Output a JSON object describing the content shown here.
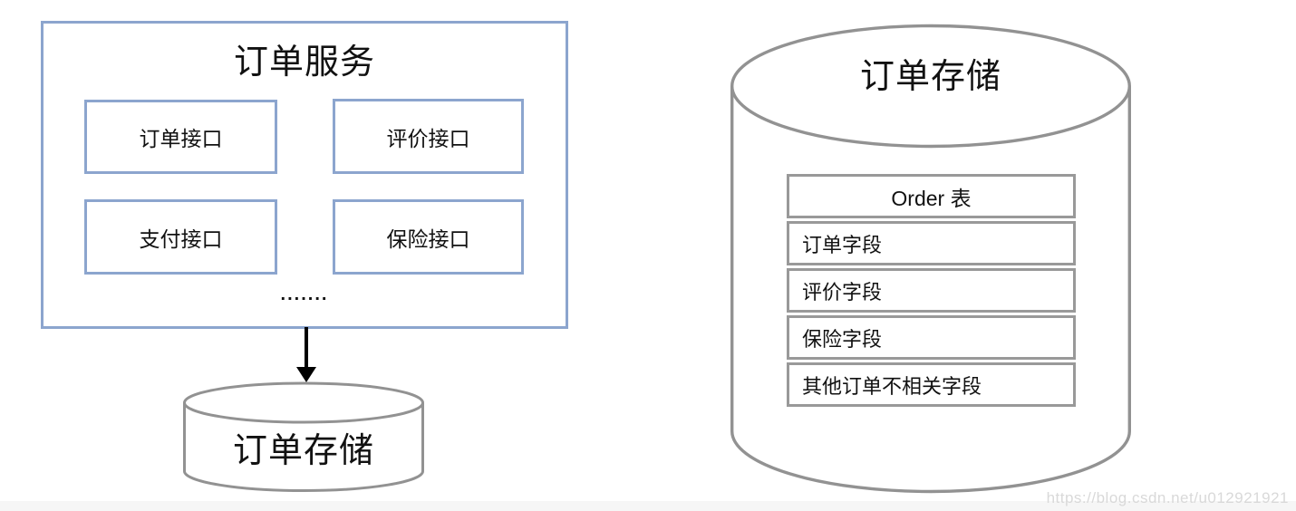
{
  "colors": {
    "service_border_blue": "#8CA5CE",
    "cylinder_stroke_gray": "#929292",
    "table_border_gray": "#999999",
    "arrow_black": "#000000",
    "text": "#111111",
    "watermark_gray": "#D9D9D9",
    "background": "#FFFFFF"
  },
  "service": {
    "title": "订单服务",
    "interfaces": [
      {
        "label": "订单接口"
      },
      {
        "label": "评价接口"
      },
      {
        "label": "支付接口"
      },
      {
        "label": "保险接口"
      }
    ],
    "ellipsis": "......."
  },
  "storage_small": {
    "label": "订单存储"
  },
  "storage_large": {
    "label": "订单存储",
    "table": {
      "header": "Order 表",
      "rows": [
        {
          "label": "订单字段"
        },
        {
          "label": "评价字段"
        },
        {
          "label": "保险字段"
        },
        {
          "label": "其他订单不相关字段"
        }
      ]
    }
  },
  "watermark": "https://blog.csdn.net/u012921921"
}
